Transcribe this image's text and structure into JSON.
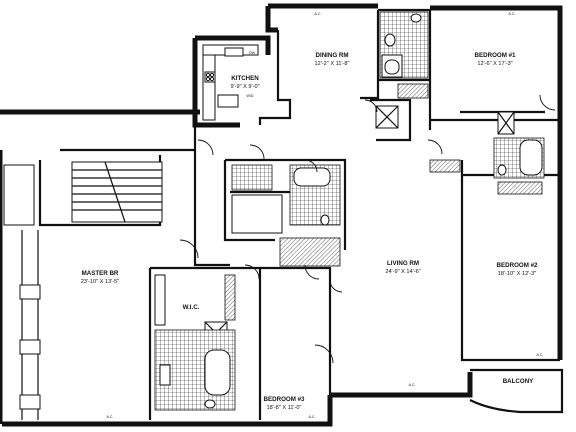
{
  "rooms": {
    "dining": {
      "name": "DINING RM",
      "dims": "12'-2\" X 11'-8\""
    },
    "kitchen": {
      "name": "KITCHEN",
      "dims": "9'-9\" X 9'-0\""
    },
    "bedroom1": {
      "name": "BEDROOM #1",
      "dims": "12'-6\" X 17'-3\""
    },
    "bedroom2": {
      "name": "BEDROOM #2",
      "dims": "18'-10\" X 12'-3\""
    },
    "bedroom3": {
      "name": "BEDROOM #3",
      "dims": "18'-8\" X 11'-0\""
    },
    "living": {
      "name": "LIVING RM",
      "dims": "24'-9\" X 14'-6\""
    },
    "master": {
      "name": "MASTER BR",
      "dims": "23'-10\" X 13'-5\""
    },
    "wic": {
      "name": "W.I.C."
    },
    "balcony": {
      "name": "BALCONY"
    }
  },
  "equipment_tag": "A.C.",
  "appliance_tags": [
    "DW",
    "W/D"
  ]
}
